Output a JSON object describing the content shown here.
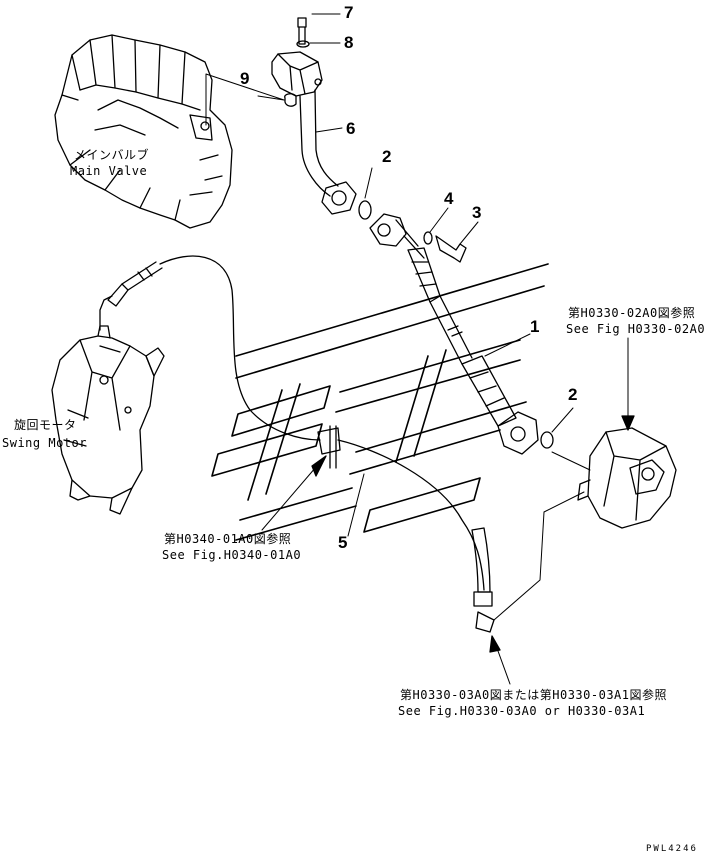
{
  "callouts": {
    "n1": "1",
    "n2a": "2",
    "n2b": "2",
    "n3": "3",
    "n4": "4",
    "n5": "5",
    "n6": "6",
    "n7": "7",
    "n8": "8",
    "n9": "9"
  },
  "labels": {
    "main_valve_jp": "メインバルブ",
    "main_valve_en": "Main Valve",
    "swing_motor_jp": "旋回モータ",
    "swing_motor_en": "Swing Motor",
    "ref_0330_02_jp": "第H0330-02A0図参照",
    "ref_0330_02_en": "See Fig H0330-02A0",
    "ref_0340_01_jp": "第H0340-01A0図参照",
    "ref_0340_01_en": "See Fig.H0340-01A0",
    "ref_0330_03_jp": "第H0330-03A0図または第H0330-03A1図参照",
    "ref_0330_03_en": "See Fig.H0330-03A0 or H0330-03A1"
  },
  "drawing_code": "PWL4246"
}
